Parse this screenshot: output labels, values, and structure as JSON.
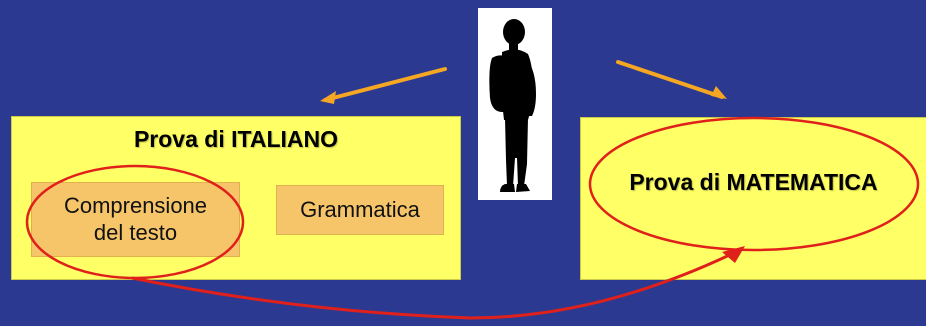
{
  "boxes": {
    "italiano": {
      "title": "Prova di ITALIANO",
      "items": [
        "Comprensione del testo",
        "Grammatica"
      ]
    },
    "matematica": {
      "title": "Prova di MATEMATICA"
    }
  },
  "colors": {
    "background": "#2b3990",
    "box_fill": "#ffff66",
    "sub_fill": "#f6c56a",
    "arrow_orange": "#f5a623",
    "ellipse_red": "#e0201b"
  },
  "icons": [
    "student-silhouette-icon"
  ]
}
